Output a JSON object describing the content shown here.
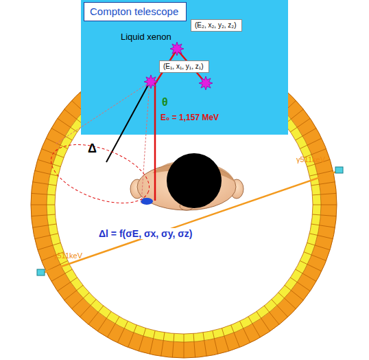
{
  "diagram": {
    "nodes": [
      {
        "text": [
          "Liquid xenon"
        ]
      },
      {
        "text": [
          "Compton telescope"
        ],
        "in": 0
      },
      {
        "text": [
          "(E₂, x₂, y₂, z₂)"
        ],
        "in": 0
      },
      {
        "text": [
          "(E₁, x₁, y₁, z₁)"
        ],
        "in": 0
      }
    ],
    "labels": [
      "θ",
      "E₀ = 1,157 MeV",
      "Δ",
      "Δl = f(σE, σx, σy, σz)",
      "γ511keV",
      "γ511keV"
    ]
  }
}
